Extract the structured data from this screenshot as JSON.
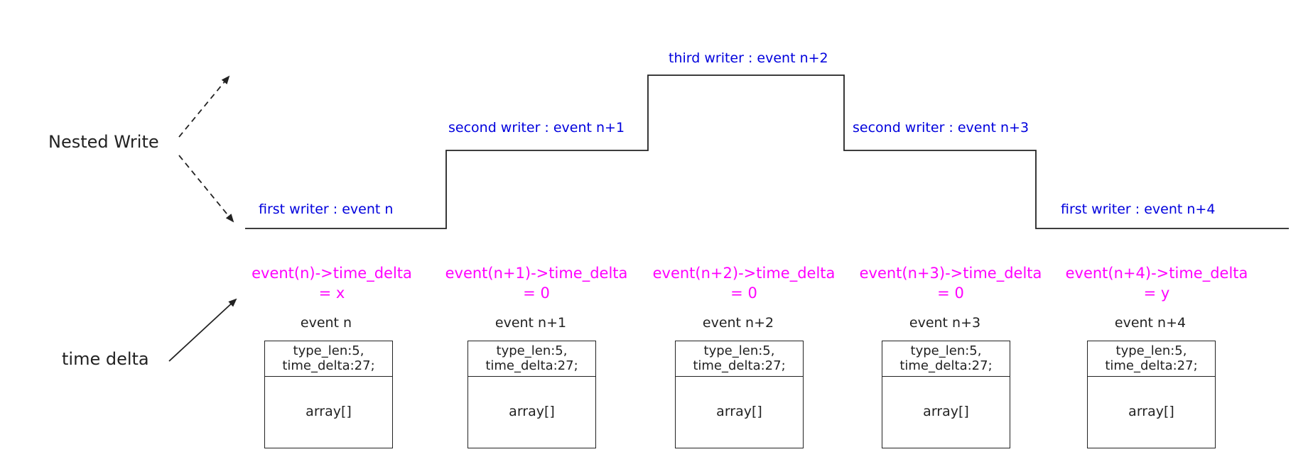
{
  "labels": {
    "nested_write": "Nested Write",
    "time_delta": "time delta"
  },
  "writers": [
    "first writer : event n",
    "second writer : event n+1",
    "third writer : event n+2",
    "second writer : event n+3",
    "first writer : event n+4"
  ],
  "events": [
    {
      "delta_expr": "event(n)->time_delta",
      "delta_val": "= x",
      "name": "event n",
      "type_len": "type_len:5,",
      "time_delta": "time_delta:27;",
      "array": "array[]"
    },
    {
      "delta_expr": "event(n+1)->time_delta",
      "delta_val": "= 0",
      "name": "event n+1",
      "type_len": "type_len:5,",
      "time_delta": "time_delta:27;",
      "array": "array[]"
    },
    {
      "delta_expr": "event(n+2)->time_delta",
      "delta_val": "= 0",
      "name": "event n+2",
      "type_len": "type_len:5,",
      "time_delta": "time_delta:27;",
      "array": "array[]"
    },
    {
      "delta_expr": "event(n+3)->time_delta",
      "delta_val": "= 0",
      "name": "event n+3",
      "type_len": "type_len:5,",
      "time_delta": "time_delta:27;",
      "array": "array[]"
    },
    {
      "delta_expr": "event(n+4)->time_delta",
      "delta_val": "= y",
      "name": "event n+4",
      "type_len": "type_len:5,",
      "time_delta": "time_delta:27;",
      "array": "array[]"
    }
  ],
  "colors": {
    "writer_text": "#0000dd",
    "delta_text": "#ff00ff",
    "line": "#222222"
  }
}
